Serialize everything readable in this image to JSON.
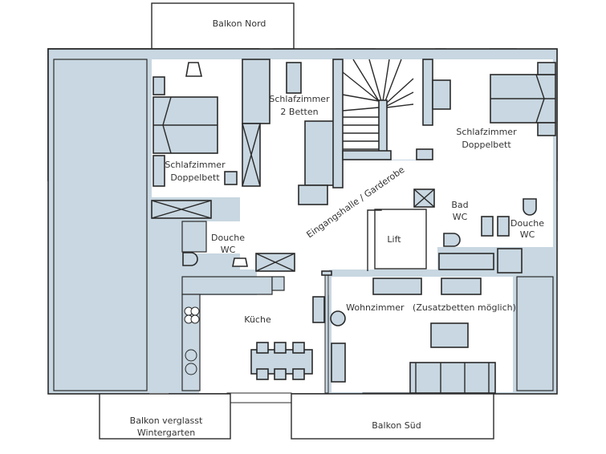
{
  "plan": {
    "fill_color": "#c8d7e1",
    "line_color": "#2a2a2a",
    "rooms": {
      "balkon_nord": "Balkon Nord",
      "schlafzimmer_2betten_l1": "Schlafzimmer",
      "schlafzimmer_2betten_l2": "2 Betten",
      "schlafzimmer_nw_l1": "Schlafzimmer",
      "schlafzimmer_nw_l2": "Doppelbett",
      "schlafzimmer_ne_l1": "Schlafzimmer",
      "schlafzimmer_ne_l2": "Doppelbett",
      "eingangshalle": "Eingangshalle / Garderobe",
      "bad_l1": "Bad",
      "bad_l2": "WC",
      "douche_e_l1": "Douche",
      "douche_e_l2": "WC",
      "douche_w_l1": "Douche",
      "douche_w_l2": "WC",
      "lift": "Lift",
      "kueche": "Küche",
      "wohnzimmer": "Wohnzimmer   (Zusatzbetten möglich)",
      "balkon_glass_l1": "Balkon verglasst",
      "balkon_glass_l2": "Wintergarten",
      "balkon_sued": "Balkon Süd"
    }
  }
}
